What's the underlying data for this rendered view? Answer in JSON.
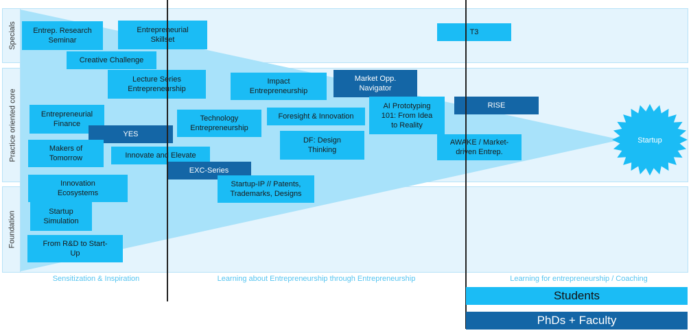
{
  "bands": [
    {
      "key": "specials",
      "label": "Specials"
    },
    {
      "key": "practice",
      "label": "Practice oriented core"
    },
    {
      "key": "foundation",
      "label": "Foundation"
    }
  ],
  "boxes": [
    {
      "key": "entrep-research-seminar",
      "text": "Entrep. Research\nSeminar",
      "style": "light"
    },
    {
      "key": "entrepreneurial-skillset",
      "text": "Entrepreneurial\nSkillset",
      "style": "light"
    },
    {
      "key": "t3",
      "text": "T3",
      "style": "light"
    },
    {
      "key": "creative-challenge",
      "text": "Creative Challenge",
      "style": "light"
    },
    {
      "key": "lecture-series",
      "text": "Lecture Series\nEntrepreneurship",
      "style": "light"
    },
    {
      "key": "impact-entrepreneurship",
      "text": "Impact\nEntrepreneurship",
      "style": "light"
    },
    {
      "key": "market-opp-navigator",
      "text": "Market Opp.\nNavigator",
      "style": "dark"
    },
    {
      "key": "ai-prototyping",
      "text": "AI Prototyping\n101: From Idea\nto Reality",
      "style": "light"
    },
    {
      "key": "rise",
      "text": "RISE",
      "style": "dark"
    },
    {
      "key": "entrepreneurial-finance",
      "text": "Entrepreneurial\nFinance",
      "style": "light"
    },
    {
      "key": "yes",
      "text": "YES",
      "style": "dark"
    },
    {
      "key": "technology-entrepreneurship",
      "text": "Technology\nEntrepreneurship",
      "style": "light"
    },
    {
      "key": "foresight-innovation",
      "text": "Foresight & Innovation",
      "style": "light"
    },
    {
      "key": "df-design-thinking",
      "text": "DF: Design\nThinking",
      "style": "light"
    },
    {
      "key": "awake",
      "text": "AWAKE / Market-\ndriven Entrep.",
      "style": "light"
    },
    {
      "key": "makers-of-tomorrow",
      "text": "Makers of\nTomorrow",
      "style": "light"
    },
    {
      "key": "innovate-and-elevate",
      "text": "Innovate and Elevate",
      "style": "light"
    },
    {
      "key": "exc-series",
      "text": "EXC-Series",
      "style": "dark"
    },
    {
      "key": "innovation-ecosystems",
      "text": "Innovation\nEcosystems",
      "style": "light"
    },
    {
      "key": "startup-ip",
      "text": "Startup-IP // Patents,\nTrademarks, Designs",
      "style": "light"
    },
    {
      "key": "startup-simulation",
      "text": "Startup\nSimulation",
      "style": "light"
    },
    {
      "key": "rd-to-startup",
      "text": "From R&D to Start-\nUp",
      "style": "light"
    }
  ],
  "startup_label": "Startup",
  "phases": [
    {
      "key": "sensitization",
      "label": "Sensitization & Inspiration"
    },
    {
      "key": "learning-about",
      "label": "Learning about Entrepreneurship through Entrepreneurship"
    },
    {
      "key": "learning-for",
      "label": "Learning for entrepreneurship / Coaching"
    }
  ],
  "legend": [
    {
      "key": "students",
      "label": "Students",
      "color": "#1bbcf5"
    },
    {
      "key": "phds-faculty",
      "label": "PhDs + Faculty",
      "color": "#1466a6"
    }
  ],
  "colors": {
    "light_box": "#1bbcf5",
    "dark_box": "#1466a6",
    "funnel": "#a8e2fa",
    "band_bg": "#e4f4fd",
    "phase_text": "#55c4f0"
  }
}
